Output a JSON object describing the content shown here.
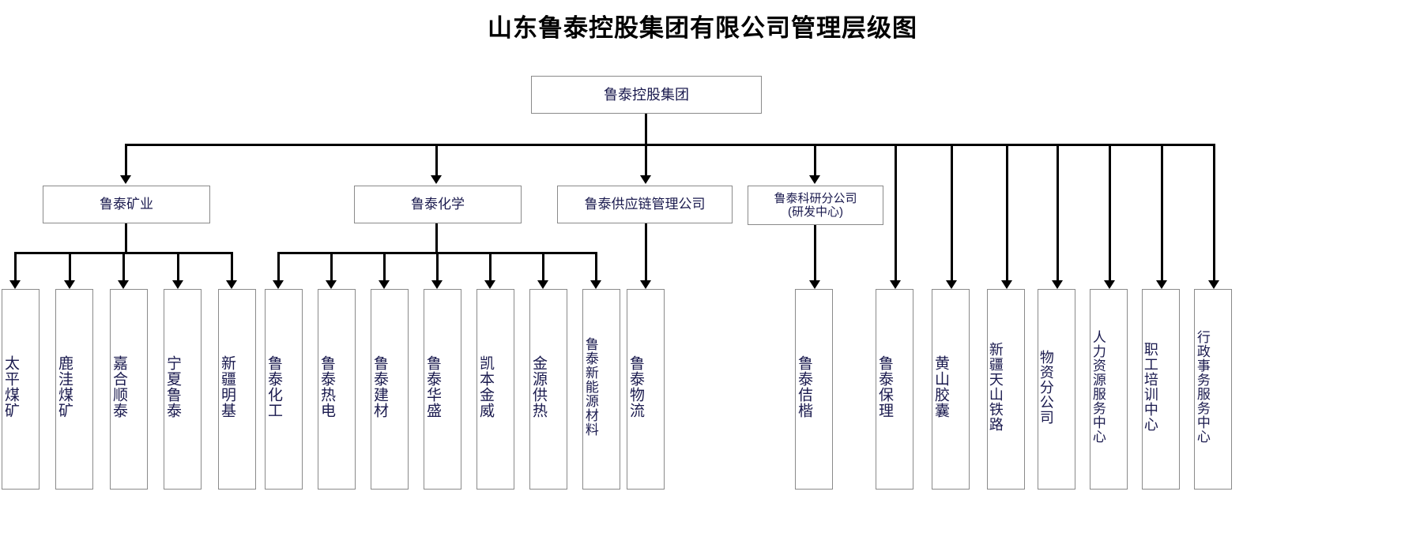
{
  "title": "山东鲁泰控股集团有限公司管理层级图",
  "colors": {
    "box_border": "#8a8a8a",
    "text": "#1a1a4e",
    "connector": "#000000",
    "background": "#ffffff"
  },
  "root": {
    "label": "鲁泰控股集团"
  },
  "divisions": [
    {
      "label": "鲁泰矿业"
    },
    {
      "label": "鲁泰化学"
    },
    {
      "label": "鲁泰供应链管理公司"
    },
    {
      "label": "鲁泰科研分公司\n(研发中心)"
    }
  ],
  "leaves": {
    "mining": [
      {
        "label": "太平煤矿"
      },
      {
        "label": "鹿洼煤矿"
      },
      {
        "label": "嘉合顺泰"
      },
      {
        "label": "宁夏鲁泰"
      },
      {
        "label": "新疆明基"
      }
    ],
    "chemical": [
      {
        "label": "鲁泰化工"
      },
      {
        "label": "鲁泰热电"
      },
      {
        "label": "鲁泰建材"
      },
      {
        "label": "鲁泰华盛"
      },
      {
        "label": "凯本金威"
      },
      {
        "label": "金源供热"
      },
      {
        "label": "鲁泰新能源材料"
      }
    ],
    "supplychain": [
      {
        "label": "鲁泰物流"
      }
    ],
    "research": [
      {
        "label": "鲁泰佶楷"
      }
    ],
    "direct": [
      {
        "label": "鲁泰保理"
      },
      {
        "label": "黄山胶囊"
      },
      {
        "label": "新疆天山铁路"
      },
      {
        "label": "物资分公司"
      },
      {
        "label": "人力资源服务中心"
      },
      {
        "label": "职工培训中心"
      },
      {
        "label": "行政事务服务中心"
      }
    ]
  }
}
